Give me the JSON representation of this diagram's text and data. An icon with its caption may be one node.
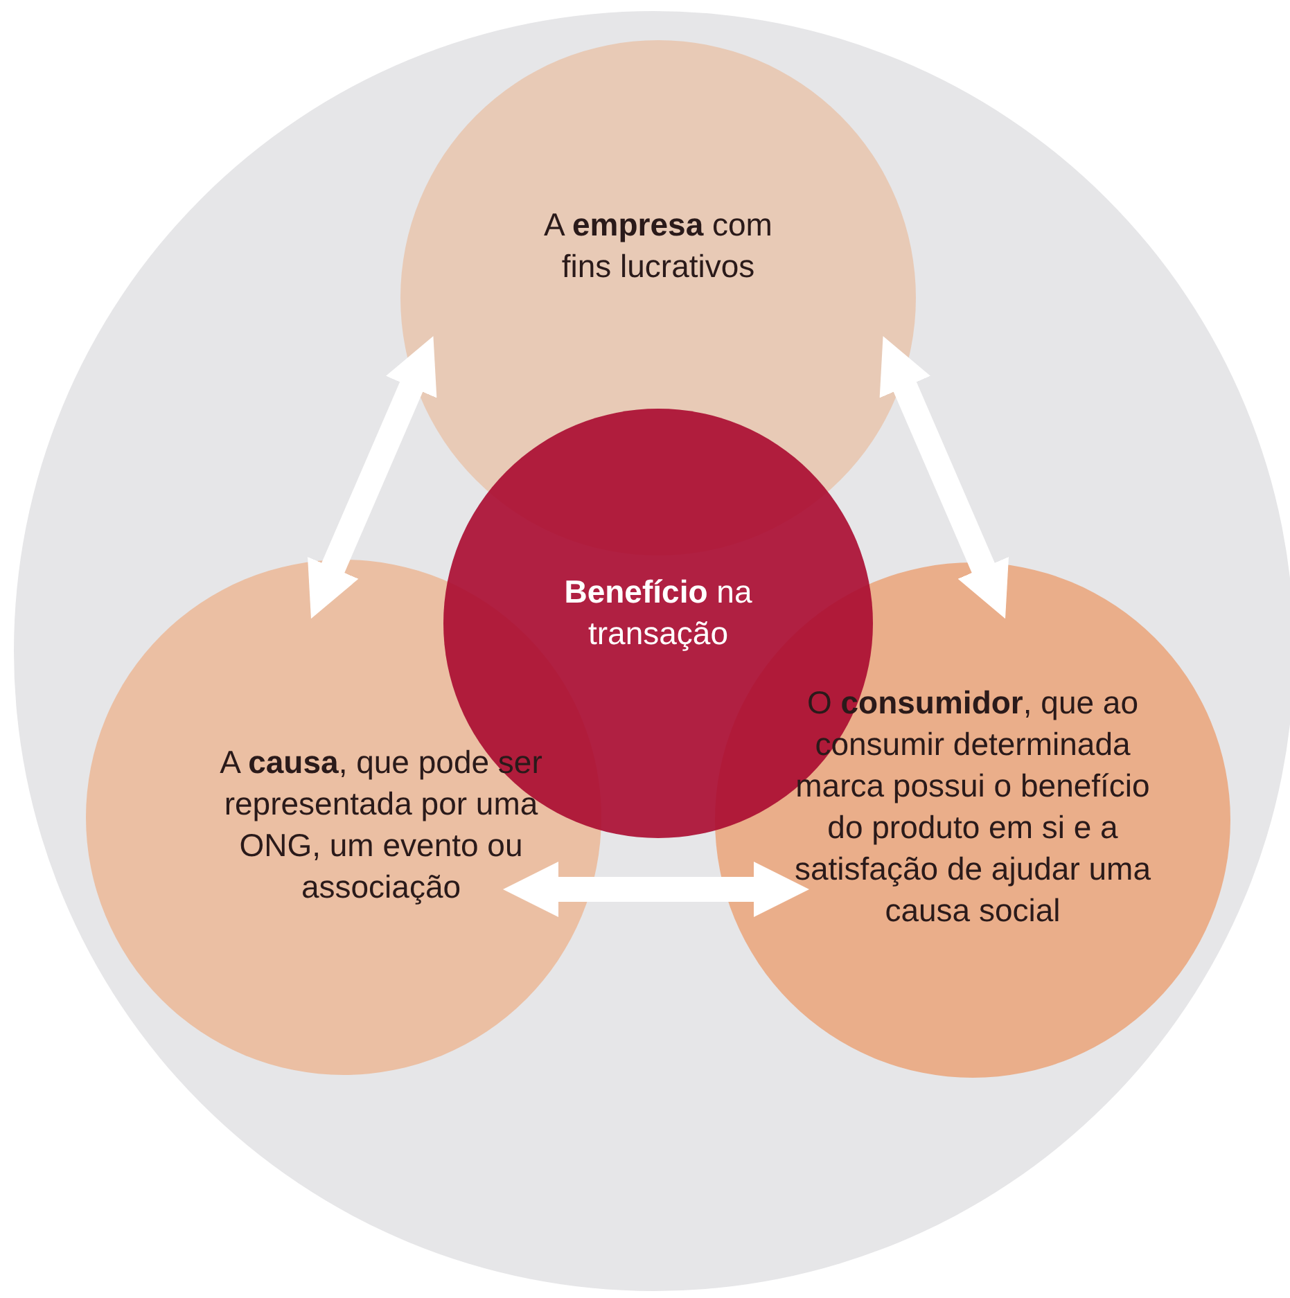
{
  "diagram": {
    "nodes": [
      {
        "text": [
          "A **empresa** com fins lucrativos"
        ]
      },
      {
        "text": [
          "A **causa**, que pode ser representada por uma ONG, um evento ou associação"
        ]
      },
      {
        "text": [
          "O **consumidor**, que ao consumir determinada marca possui o benefício do produto em si e a satisfação de ajudar uma causa social"
        ]
      },
      {
        "text": [
          "**Benefício** na transação"
        ]
      }
    ],
    "edges": [
      {
        "from": 0,
        "to": 1,
        "arrow": "both"
      },
      {
        "from": 0,
        "to": 2,
        "arrow": "both"
      },
      {
        "from": 1,
        "to": 2,
        "arrow": "both"
      }
    ]
  }
}
